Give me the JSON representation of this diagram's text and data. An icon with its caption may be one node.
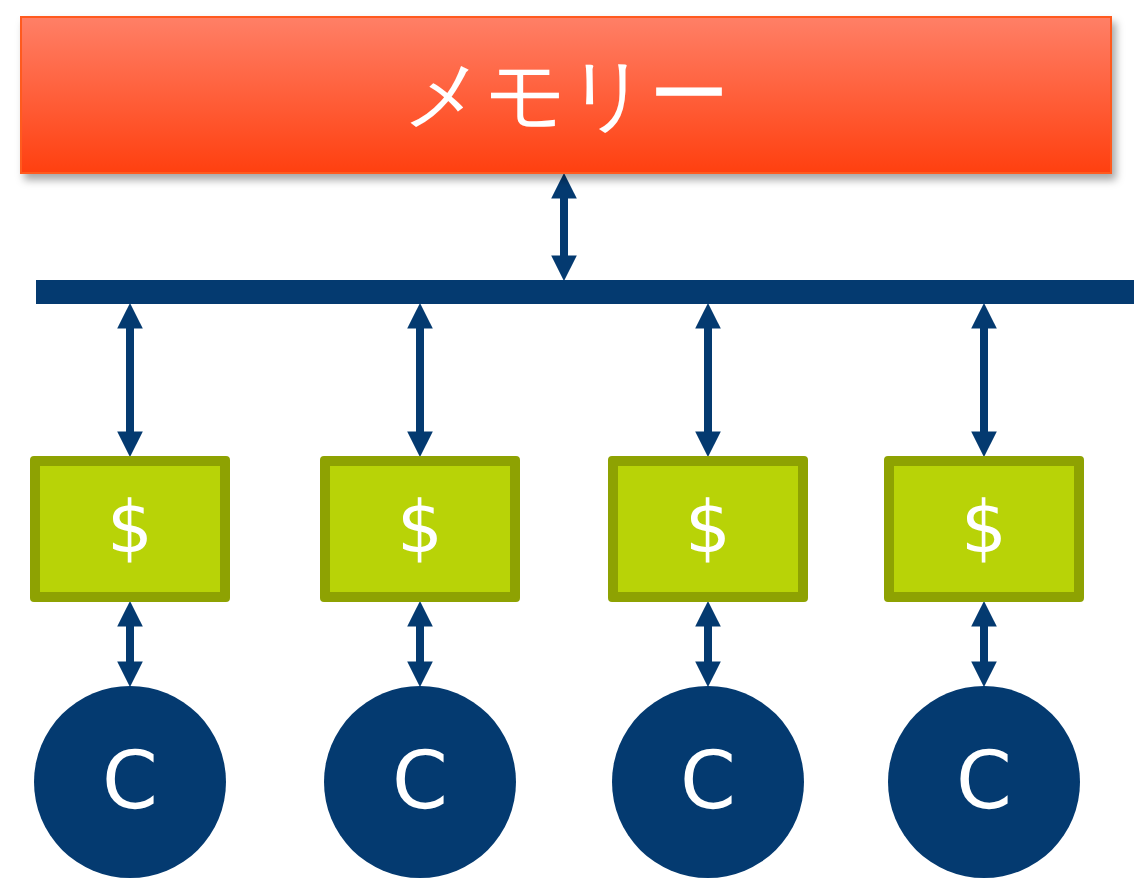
{
  "diagram": {
    "nodes": [
      {
        "text": [
          "メモリー"
        ]
      },
      {
        "text": [],
        "shape": "bar"
      },
      {
        "text": [
          "$"
        ]
      },
      {
        "text": [
          "$"
        ]
      },
      {
        "text": [
          "$"
        ]
      },
      {
        "text": [
          "$"
        ]
      },
      {
        "text": [
          "C"
        ]
      },
      {
        "text": [
          "C"
        ]
      },
      {
        "text": [
          "C"
        ]
      },
      {
        "text": [
          "C"
        ]
      }
    ],
    "edges": [
      {
        "from": 0,
        "to": 1,
        "arrow": "both"
      },
      {
        "from": 1,
        "to": 2,
        "arrow": "both"
      },
      {
        "from": 1,
        "to": 3,
        "arrow": "both"
      },
      {
        "from": 1,
        "to": 4,
        "arrow": "both"
      },
      {
        "from": 1,
        "to": 5,
        "arrow": "both"
      },
      {
        "from": 2,
        "to": 6,
        "arrow": "both"
      },
      {
        "from": 3,
        "to": 7,
        "arrow": "both"
      },
      {
        "from": 4,
        "to": 8,
        "arrow": "both"
      },
      {
        "from": 5,
        "to": 9,
        "arrow": "both"
      }
    ]
  }
}
